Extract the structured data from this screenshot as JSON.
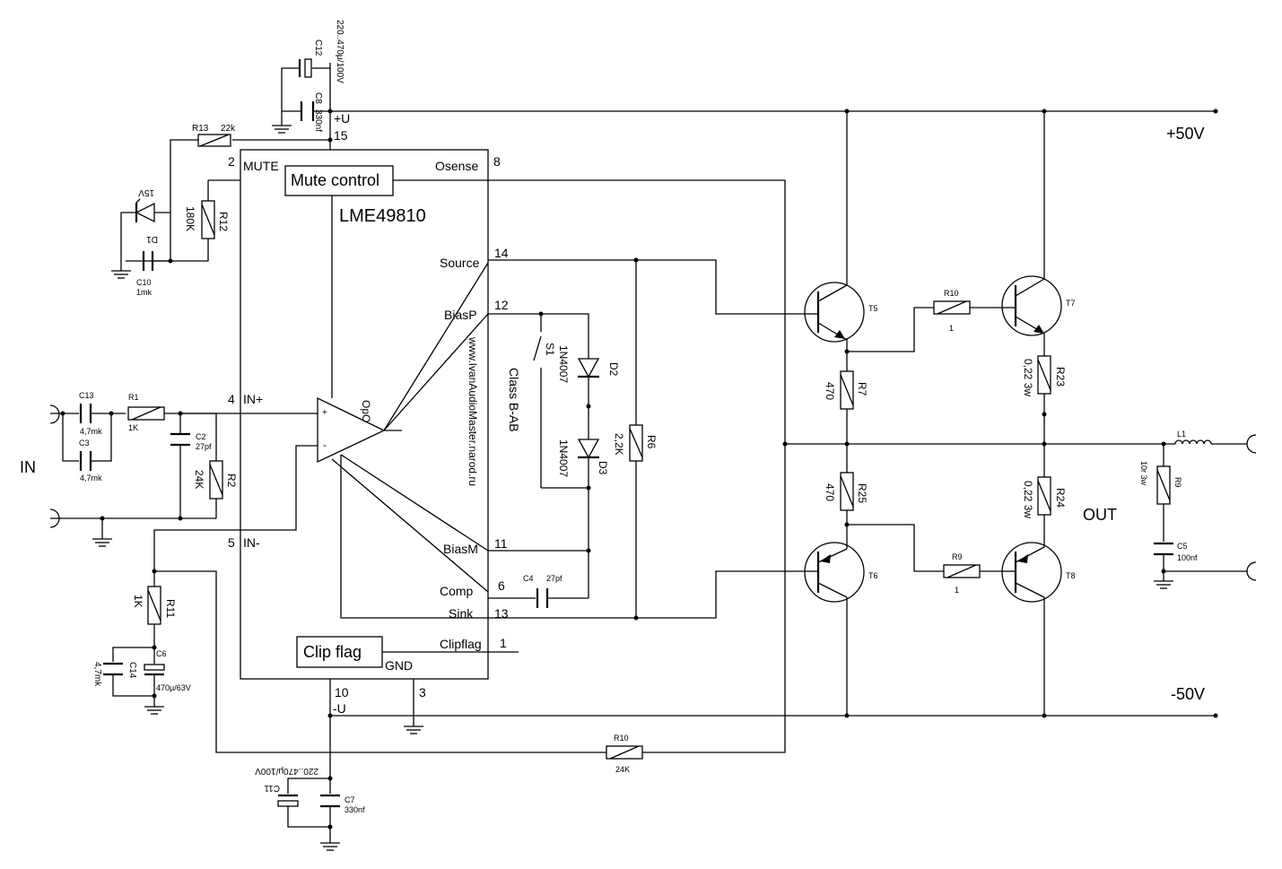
{
  "ic": {
    "name": "LME49810",
    "website": "www.IvanAudioMaster.narod.ru",
    "class": "Class B-AB"
  },
  "blocks": {
    "mute": "Mute control",
    "clip": "Clip flag",
    "opamp": "OpO"
  },
  "pins": {
    "p15": "15",
    "pU": "+U",
    "p2": "2",
    "mute": "MUTE",
    "p8": "8",
    "osense": "Osense",
    "source": "Source",
    "p14": "14",
    "biasp": "BiasP",
    "p12": "12",
    "p4": "4",
    "inp": "IN+",
    "p5": "5",
    "inm": "IN-",
    "biasm": "BiasM",
    "p11": "11",
    "comp": "Comp",
    "p6": "6",
    "sink": "Sink",
    "p13": "13",
    "clipflag": "Clipflag",
    "p1": "1",
    "gnd": "GND",
    "p10": "10",
    "mU": "-U",
    "p3": "3"
  },
  "rails": {
    "pos": "+50V",
    "neg": "-50V"
  },
  "ports": {
    "in": "IN",
    "out": "OUT"
  },
  "switch": "S1",
  "components": {
    "C12": {
      "name": "C12",
      "value": "220..470μ/100V"
    },
    "C8": {
      "name": "C8",
      "value": "330nf"
    },
    "R13": {
      "name": "R13",
      "value": "22k"
    },
    "D1": {
      "name": "D1",
      "value": "15V"
    },
    "R12": {
      "name": "R12",
      "value": "180K"
    },
    "C10": {
      "name": "C10",
      "value": "1mk"
    },
    "C13": {
      "name": "C13",
      "value": "4,7mk"
    },
    "C3": {
      "name": "C3",
      "value": "4,7mk"
    },
    "R1": {
      "name": "R1",
      "value": "1K"
    },
    "C2": {
      "name": "C2",
      "value": "27pf"
    },
    "R2": {
      "name": "R2",
      "value": "24K"
    },
    "R11": {
      "name": "R11",
      "value": "1K"
    },
    "C6": {
      "name": "C6",
      "value": "470μ/63V"
    },
    "C14": {
      "name": "C14",
      "value": "4,7mk"
    },
    "D2": {
      "name": "D2",
      "value": "1N4007"
    },
    "D3": {
      "name": "D3",
      "value": "1N4007"
    },
    "R6": {
      "name": "R6",
      "value": "2,2K"
    },
    "C4": {
      "name": "C4",
      "value": "27pf"
    },
    "T5": {
      "name": "T5"
    },
    "T6": {
      "name": "T6"
    },
    "T7": {
      "name": "T7"
    },
    "T8": {
      "name": "T8"
    },
    "R7": {
      "name": "R7",
      "value": "470"
    },
    "R25": {
      "name": "R25",
      "value": "470"
    },
    "R10a": {
      "name": "R10",
      "value": "1"
    },
    "R9a": {
      "name": "R9",
      "value": "1"
    },
    "R23": {
      "name": "R23",
      "value": "0,22 3w"
    },
    "R24": {
      "name": "R24",
      "value": "0,22 3w"
    },
    "L1": {
      "name": "L1"
    },
    "R9b": {
      "name": "R9",
      "value": "10r 3w"
    },
    "C5": {
      "name": "C5",
      "value": "100nf"
    },
    "R10b": {
      "name": "R10",
      "value": "24K"
    },
    "C11": {
      "name": "C11",
      "value": "220..470μ/100V"
    },
    "C7": {
      "name": "C7",
      "value": "330nf"
    }
  }
}
